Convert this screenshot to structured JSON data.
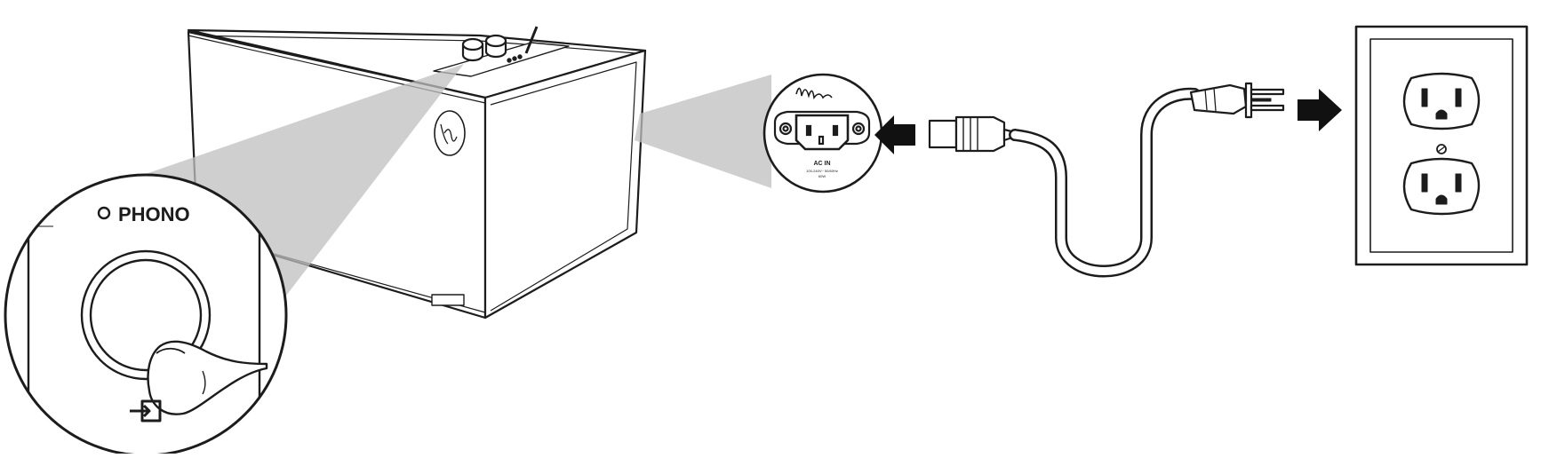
{
  "zoom_labels": {
    "phono": "PHONO",
    "ac_in": "AC IN",
    "ac_rating": "100-240V~ 50/60Hz",
    "ac_watts": "60W"
  },
  "colors": {
    "line": "#1c1c1c",
    "beam": "#bfbfbf",
    "fill": "#ffffff",
    "arrow": "#111111"
  },
  "icons": [
    "input-icon",
    "plug-in-arrow-icon",
    "klipsch-logo-icon",
    "outlet-icon"
  ]
}
